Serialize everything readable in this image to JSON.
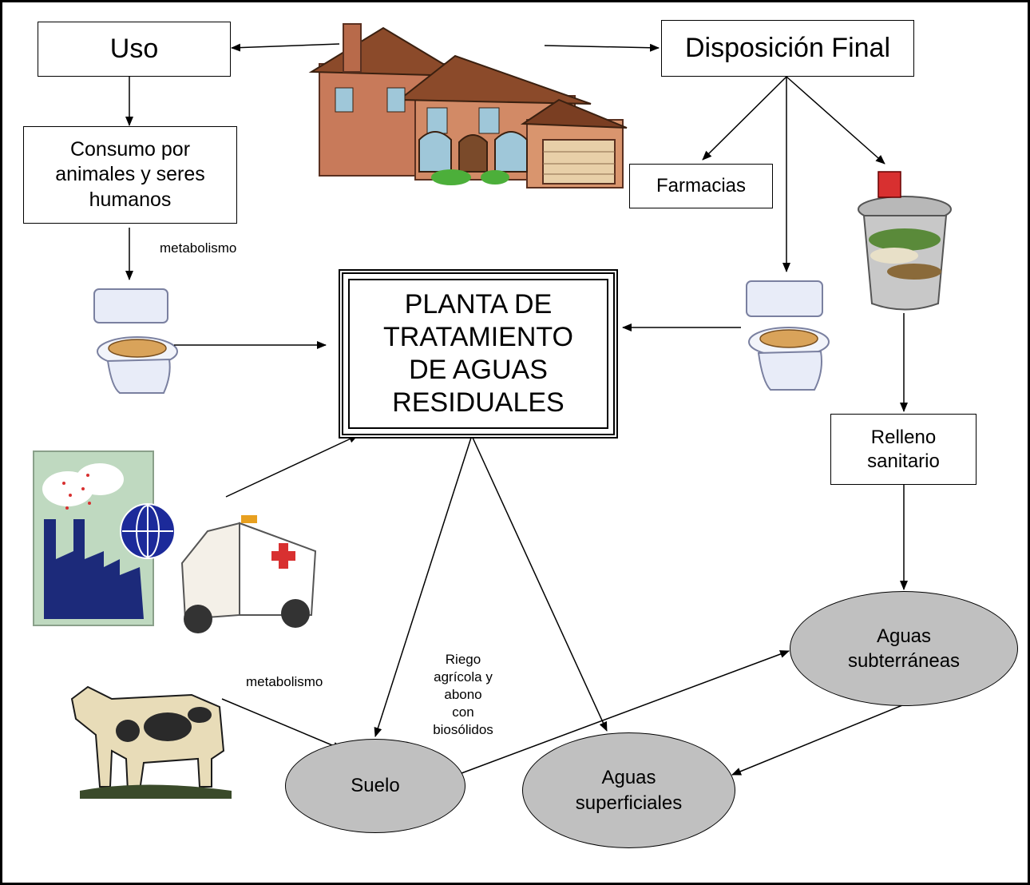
{
  "nodes": {
    "uso": "Uso",
    "disposicion": "Disposición Final",
    "consumo_line1": "Consumo por",
    "consumo_line2": "animales y seres",
    "consumo_line3": "humanos",
    "farmacias": "Farmacias",
    "planta_line1": "PLANTA DE",
    "planta_line2": "TRATAMIENTO",
    "planta_line3": "DE AGUAS",
    "planta_line4": "RESIDUALES",
    "relleno_line1": "Relleno",
    "relleno_line2": "sanitario",
    "suelo": "Suelo",
    "superficiales_line1": "Aguas",
    "superficiales_line2": "superficiales",
    "subterraneas_line1": "Aguas",
    "subterraneas_line2": "subterráneas"
  },
  "labels": {
    "metabolismo_top": "metabolismo",
    "metabolismo_bottom": "metabolismo",
    "riego_line1": "Riego",
    "riego_line2": "agrícola y",
    "riego_line3": "abono",
    "riego_line4": "con",
    "riego_line5": "biosólidos"
  },
  "illustrations": [
    "house-icon",
    "toilet-icon",
    "trash-can-icon",
    "factory-icon",
    "ambulance-icon",
    "cow-icon"
  ],
  "colors": {
    "ellipse_fill": "#c0c0c0",
    "border": "#000000"
  }
}
